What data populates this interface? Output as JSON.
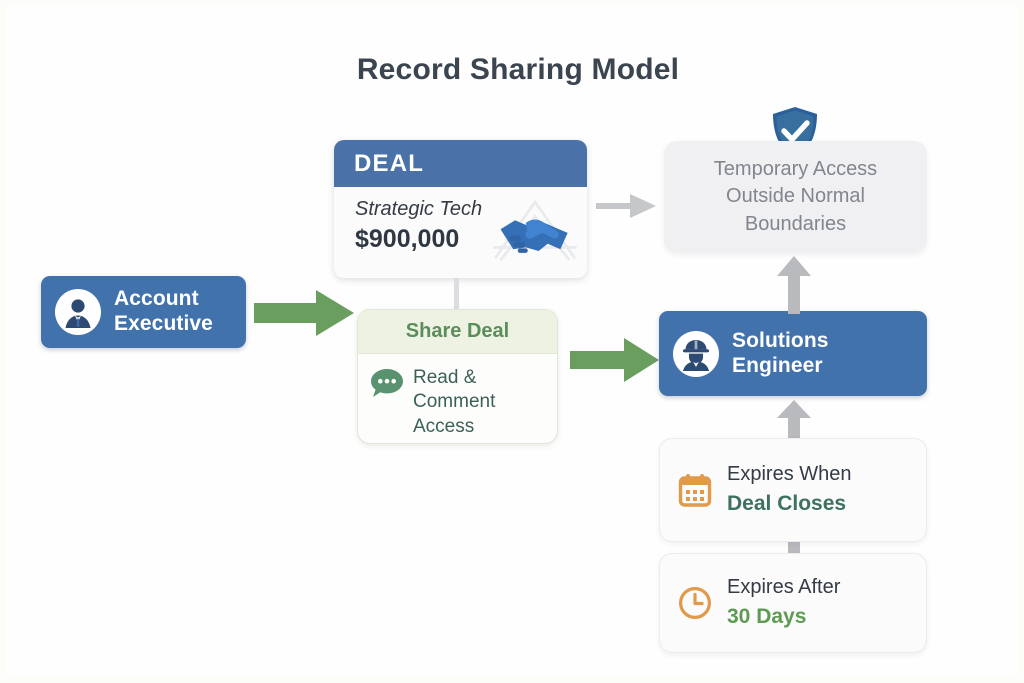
{
  "title": "Record Sharing Model",
  "nodes": {
    "account_executive": {
      "label_line1": "Account",
      "label_line2": "Executive",
      "icon": "user-avatar-icon",
      "color": "#4272ac"
    },
    "solutions_engineer": {
      "label_line1": "Solutions",
      "label_line2": "Engineer",
      "icon": "hard-hat-worker-icon",
      "color": "#4272ac"
    },
    "deal": {
      "header": "DEAL",
      "name": "Strategic Tech",
      "amount": "$900,000",
      "icon": "handshake-icon",
      "header_color": "#4a72a8"
    },
    "share_deal": {
      "header": "Share Deal",
      "access_line1": "Read &",
      "access_line2": "Comment",
      "access_line3": "Access",
      "icon": "chat-bubble-icon",
      "accent_color": "#5b8d5b"
    },
    "temporary_access": {
      "line1": "Temporary Access",
      "line2": "Outside Normal",
      "line3": "Boundaries",
      "badge_icon": "shield-check-icon",
      "color": "#81858d"
    },
    "expires_when": {
      "icon": "calendar-icon",
      "primary": "Expires When",
      "accent": "Deal Closes",
      "accent_color": "#3e7160",
      "icon_color": "#e09a4a"
    },
    "expires_after": {
      "icon": "clock-icon",
      "primary": "Expires After",
      "accent": "30 Days",
      "accent_color": "#5f9a53",
      "icon_color": "#e09a4a"
    }
  },
  "arrows": {
    "ae_to_share": {
      "style": "green-block-arrow",
      "color": "#6a9e5f"
    },
    "share_to_se": {
      "style": "green-block-arrow",
      "color": "#6a9e5f"
    },
    "deal_to_temp": {
      "style": "gray-line-arrow",
      "color": "#c6c7cb"
    },
    "se_to_temp": {
      "style": "gray-block-arrow",
      "color": "#b9babe"
    },
    "dealcloses_to_se": {
      "style": "gray-block-arrow",
      "color": "#b9babe"
    },
    "days_to_dealcloses": {
      "style": "gray-block-arrow",
      "color": "#b9babe"
    }
  }
}
